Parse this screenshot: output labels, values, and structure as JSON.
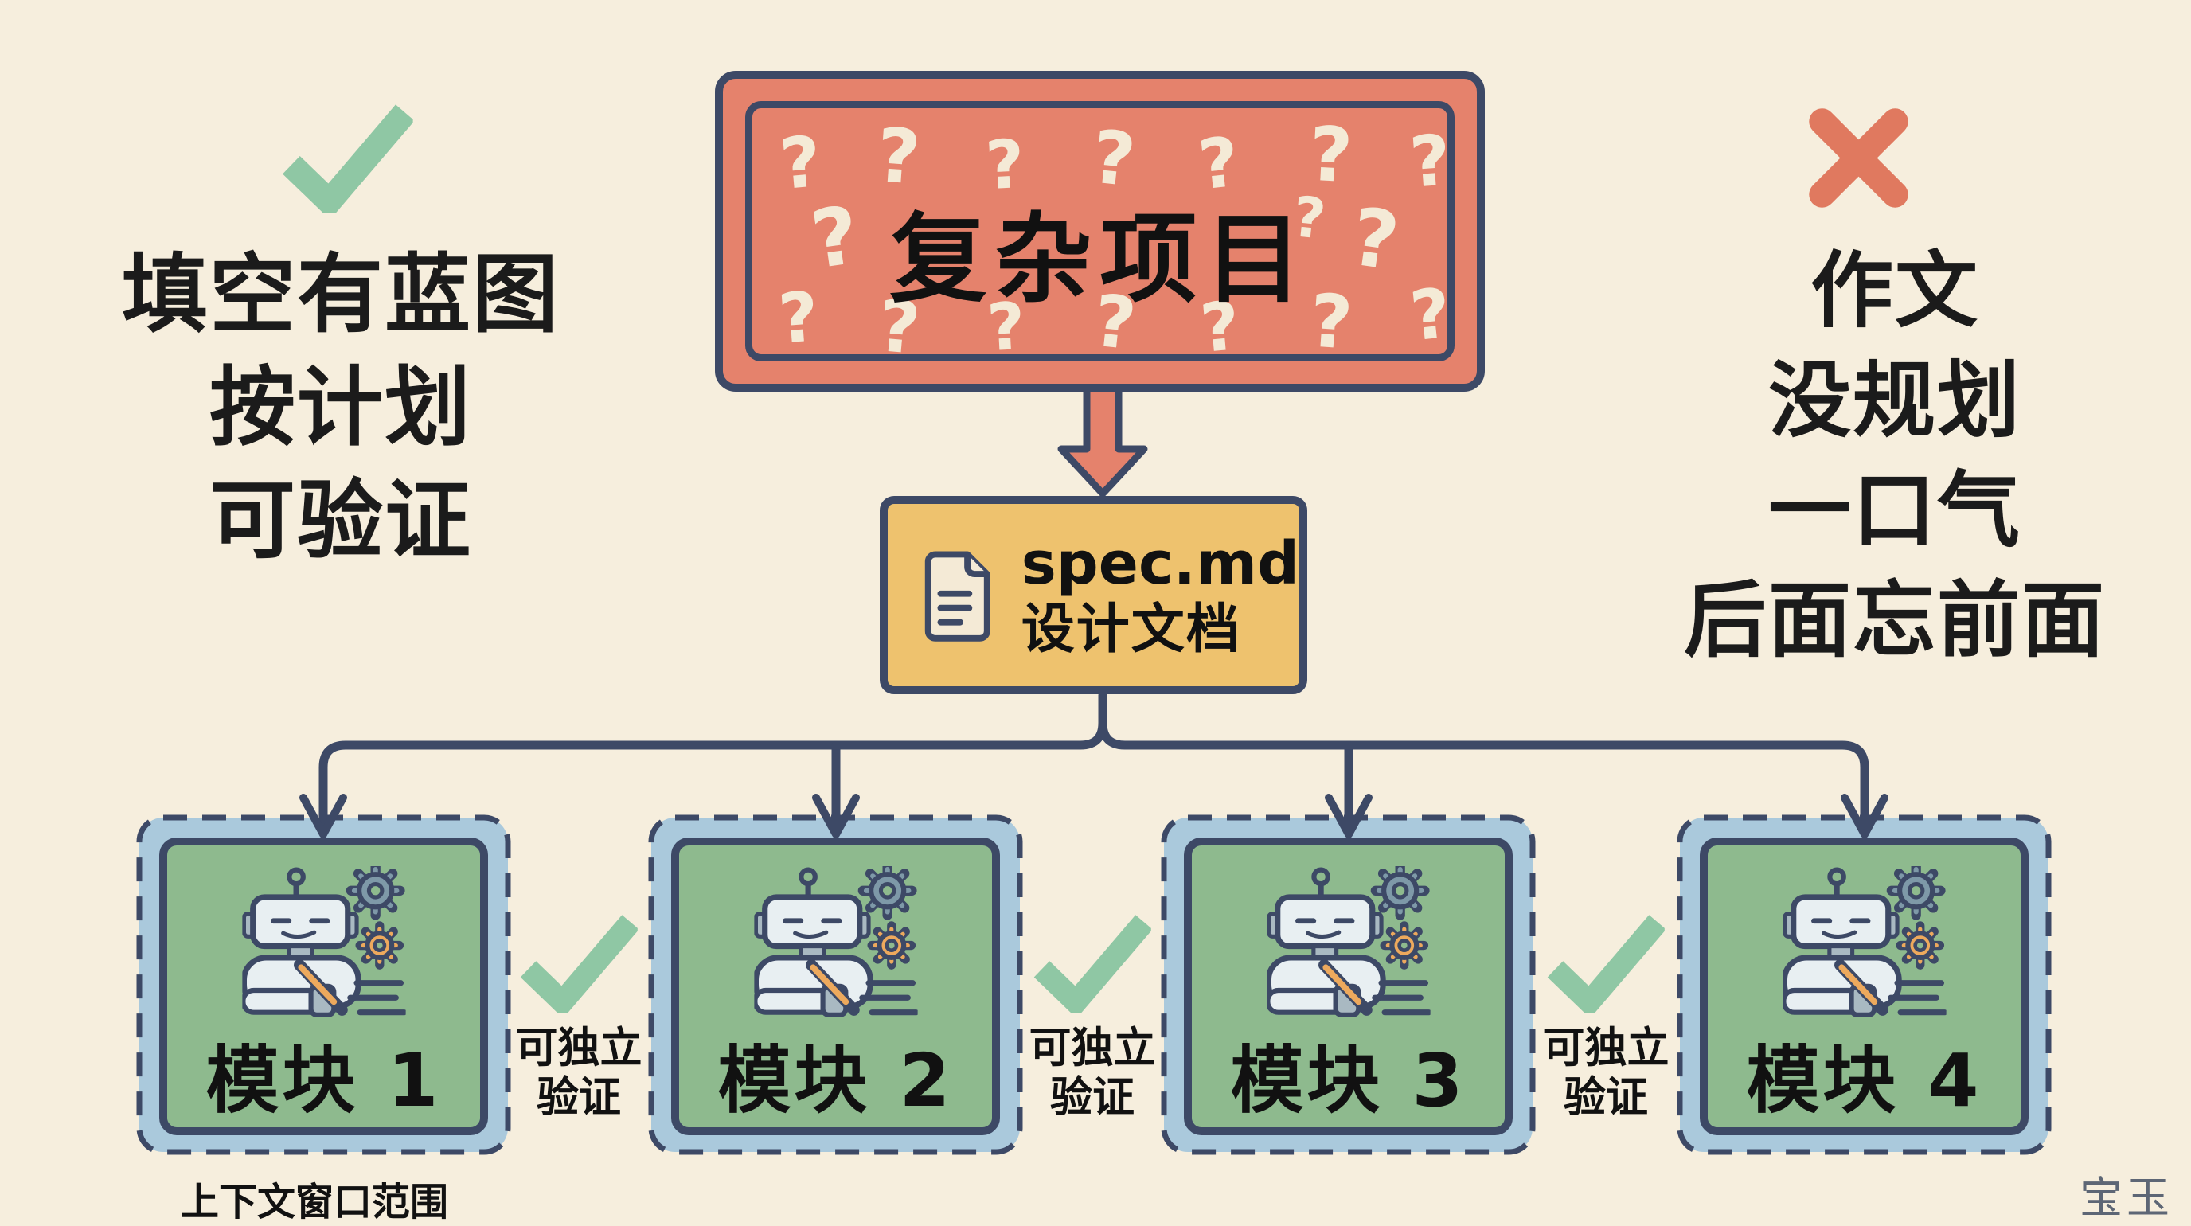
{
  "title_box": {
    "title": "复杂项目"
  },
  "decor": {
    "qmark": "?"
  },
  "left_note": {
    "icon": "check-icon",
    "lines": [
      "填空有蓝图",
      "按计划",
      "可验证"
    ]
  },
  "right_note": {
    "icon": "x-icon",
    "lines": [
      "作文",
      "没规划",
      "一口气",
      "后面忘前面"
    ]
  },
  "spec_box": {
    "icon": "document-icon",
    "filename": "spec.md",
    "subtitle": "设计文档"
  },
  "modules": [
    {
      "label": "模块 1",
      "icon": "robot-icon"
    },
    {
      "label": "模块 2",
      "icon": "robot-icon"
    },
    {
      "label": "模块 3",
      "icon": "robot-icon"
    },
    {
      "label": "模块 4",
      "icon": "robot-icon"
    }
  ],
  "independent_verify": {
    "line1": "可独立",
    "line2": "验证"
  },
  "context_window_label": "上下文窗口范围",
  "watermark": "宝玉",
  "colors": {
    "background": "#f6eedd",
    "outline_navy": "#3d4966",
    "salmon_red": "#e5826c",
    "cream": "#f4ead6",
    "spec_yellow": "#eec26e",
    "module_green": "#8eba8e",
    "module_blue": "#aac9dc",
    "check_green": "#8fc7a4",
    "gear_blue": "#7e99a8",
    "gear_orange": "#eda95d",
    "text_black": "#1b1b1b",
    "watermark_gray": "#5d6675"
  }
}
